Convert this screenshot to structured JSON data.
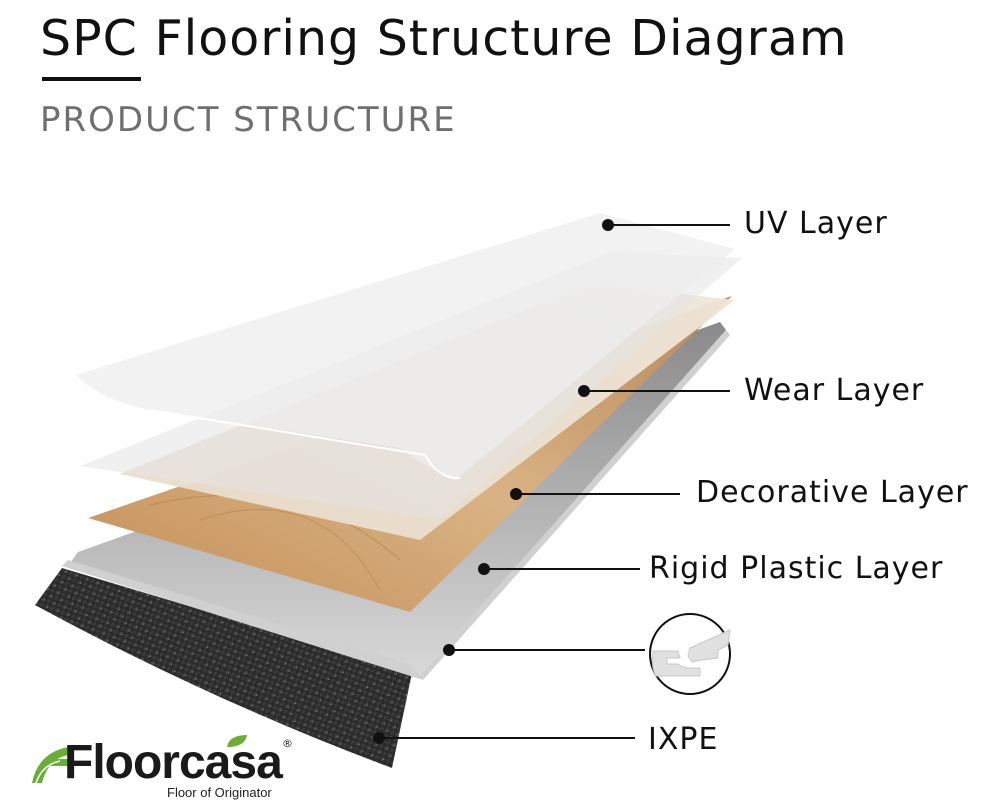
{
  "header": {
    "title": "SPC Flooring Structure Diagram",
    "subtitle": "PRODUCT STRUCTURE"
  },
  "diagram": {
    "layers": [
      {
        "id": "uv",
        "label": "UV Layer"
      },
      {
        "id": "wear",
        "label": "Wear Layer"
      },
      {
        "id": "decorative",
        "label": "Decorative Layer"
      },
      {
        "id": "rigid",
        "label": "Rigid Plastic Layer"
      },
      {
        "id": "click",
        "label": "",
        "icon": "click-lock-joint-icon"
      },
      {
        "id": "ixpe",
        "label": "IXPE"
      }
    ],
    "colors": {
      "wood_light": "#e6d6c0",
      "wood_dark": "#c99a62",
      "rigid_gray": "#a9a9a9",
      "ixpe_dark": "#2a2a2a",
      "transparent_film": "#ececec"
    }
  },
  "brand": {
    "name": "Floorcasa",
    "tagline": "Floor of Originator",
    "registered": "®",
    "accent_color": "#6aae35"
  }
}
